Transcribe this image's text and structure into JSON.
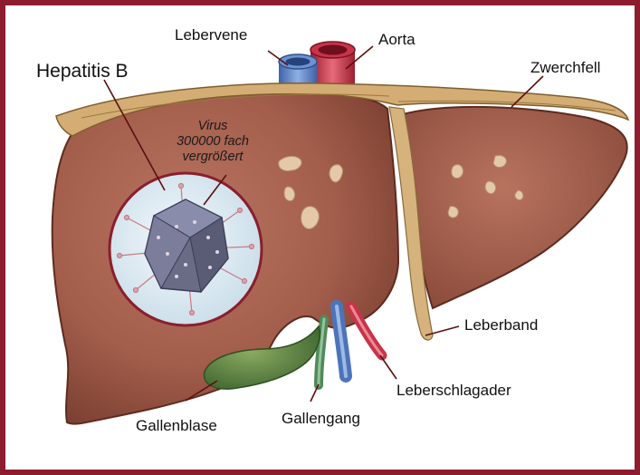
{
  "labels": {
    "title": "Hepatitis B",
    "virus_note": "Virus\n300000 fach\nvergrößert",
    "lebervene": "Lebervene",
    "aorta": "Aorta",
    "zwerchfell": "Zwerchfell",
    "leberband": "Leberband",
    "leberschlagader": "Leberschlagader",
    "gallengang": "Gallengang",
    "gallenblase": "Gallenblase"
  },
  "colors": {
    "frame": "#8c1c2e",
    "liver": "#a8624f",
    "liver_shadow": "#7a3f31",
    "diaphragm": "#c9a268",
    "vein": "#5a7fc0",
    "artery": "#c8344a",
    "bile_duct": "#4f8a5a",
    "gallbladder": "#4c7a3a"
  }
}
